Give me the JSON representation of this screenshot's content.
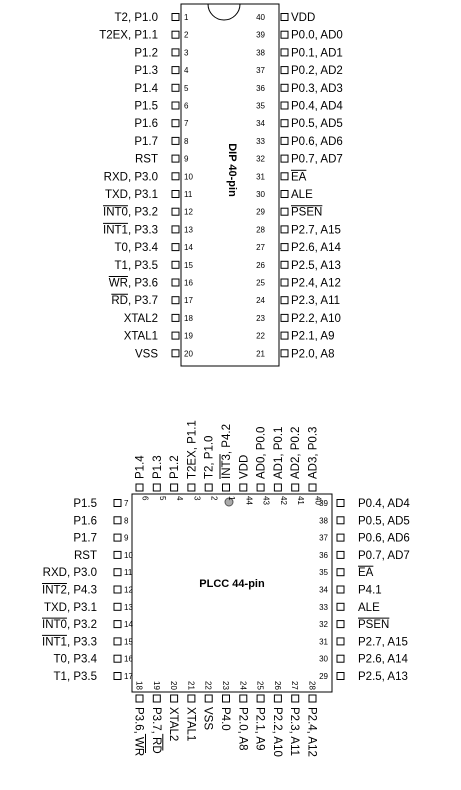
{
  "dip": {
    "title": "DIP 40-pin",
    "left_pins": [
      {
        "num": "1",
        "label": "T2, P1.0"
      },
      {
        "num": "2",
        "label": "T2EX, P1.1"
      },
      {
        "num": "3",
        "label": "P1.2"
      },
      {
        "num": "4",
        "label": "P1.3"
      },
      {
        "num": "5",
        "label": "P1.4"
      },
      {
        "num": "6",
        "label": "P1.5"
      },
      {
        "num": "7",
        "label": "P1.6"
      },
      {
        "num": "8",
        "label": "P1.7"
      },
      {
        "num": "9",
        "label": "RST"
      },
      {
        "num": "10",
        "label": "RXD, P3.0"
      },
      {
        "num": "11",
        "label": "TXD, P3.1"
      },
      {
        "num": "12",
        "label": "INT0, P3.2",
        "overline": "INT0"
      },
      {
        "num": "13",
        "label": "INT1, P3.3",
        "overline": "INT1"
      },
      {
        "num": "14",
        "label": "T0, P3.4"
      },
      {
        "num": "15",
        "label": "T1, P3.5"
      },
      {
        "num": "16",
        "label": "WR, P3.6",
        "overline": "WR"
      },
      {
        "num": "17",
        "label": "RD, P3.7",
        "overline": "RD"
      },
      {
        "num": "18",
        "label": "XTAL2"
      },
      {
        "num": "19",
        "label": "XTAL1"
      },
      {
        "num": "20",
        "label": "VSS"
      }
    ],
    "right_pins": [
      {
        "num": "40",
        "label": "VDD"
      },
      {
        "num": "39",
        "label": "P0.0, AD0"
      },
      {
        "num": "38",
        "label": "P0.1, AD1"
      },
      {
        "num": "37",
        "label": "P0.2, AD2"
      },
      {
        "num": "36",
        "label": "P0.3, AD3"
      },
      {
        "num": "35",
        "label": "P0.4, AD4"
      },
      {
        "num": "34",
        "label": "P0.5, AD5"
      },
      {
        "num": "33",
        "label": "P0.6, AD6"
      },
      {
        "num": "32",
        "label": "P0.7, AD7"
      },
      {
        "num": "31",
        "label": "EA",
        "overline": "EA"
      },
      {
        "num": "30",
        "label": "ALE"
      },
      {
        "num": "29",
        "label": "PSEN",
        "overline": "PSEN"
      },
      {
        "num": "28",
        "label": "P2.7, A15"
      },
      {
        "num": "27",
        "label": "P2.6, A14"
      },
      {
        "num": "26",
        "label": "P2.5, A13"
      },
      {
        "num": "25",
        "label": "P2.4, A12"
      },
      {
        "num": "24",
        "label": "P2.3, A11"
      },
      {
        "num": "23",
        "label": "P2.2, A10"
      },
      {
        "num": "22",
        "label": "P2.1, A9"
      },
      {
        "num": "21",
        "label": "P2.0, A8"
      }
    ]
  },
  "plcc": {
    "title": "PLCC 44-pin",
    "top_pins": [
      {
        "num": "6",
        "label": "P1.4"
      },
      {
        "num": "5",
        "label": "P1.3"
      },
      {
        "num": "4",
        "label": "P1.2"
      },
      {
        "num": "3",
        "label": "T2EX, P1.1"
      },
      {
        "num": "2",
        "label": "T2, P1.0"
      },
      {
        "num": "1",
        "label": "INT3, P4.2",
        "overline": "INT3"
      },
      {
        "num": "44",
        "label": "VDD"
      },
      {
        "num": "43",
        "label": "AD0, P0.0"
      },
      {
        "num": "42",
        "label": "AD1, P0.1"
      },
      {
        "num": "41",
        "label": "AD2, P0.2"
      },
      {
        "num": "40",
        "label": "AD3, P0.3"
      }
    ],
    "left_pins": [
      {
        "num": "7",
        "label": "P1.5"
      },
      {
        "num": "8",
        "label": "P1.6"
      },
      {
        "num": "9",
        "label": "P1.7"
      },
      {
        "num": "10",
        "label": "RST"
      },
      {
        "num": "11",
        "label": "RXD, P3.0"
      },
      {
        "num": "12",
        "label": "INT2, P4.3",
        "overline": "INT2"
      },
      {
        "num": "13",
        "label": "TXD, P3.1"
      },
      {
        "num": "14",
        "label": "INT0, P3.2",
        "overline": "INT0"
      },
      {
        "num": "15",
        "label": "INT1, P3.3",
        "overline": "INT1"
      },
      {
        "num": "16",
        "label": "T0, P3.4"
      },
      {
        "num": "17",
        "label": "T1, P3.5"
      }
    ],
    "right_pins": [
      {
        "num": "39",
        "label": "P0.4, AD4"
      },
      {
        "num": "38",
        "label": "P0.5, AD5"
      },
      {
        "num": "37",
        "label": "P0.6, AD6"
      },
      {
        "num": "36",
        "label": "P0.7, AD7"
      },
      {
        "num": "35",
        "label": "EA",
        "overline": "EA"
      },
      {
        "num": "34",
        "label": "P4.1"
      },
      {
        "num": "33",
        "label": "ALE"
      },
      {
        "num": "32",
        "label": "PSEN",
        "overline": "PSEN"
      },
      {
        "num": "31",
        "label": "P2.7, A15"
      },
      {
        "num": "30",
        "label": "P2.6, A14"
      },
      {
        "num": "29",
        "label": "P2.5, A13"
      }
    ],
    "bottom_pins": [
      {
        "num": "18",
        "label": "P3.6, WR",
        "overline": "WR"
      },
      {
        "num": "19",
        "label": "P3.7, RD",
        "overline": "RD"
      },
      {
        "num": "20",
        "label": "XTAL2"
      },
      {
        "num": "21",
        "label": "XTAL1"
      },
      {
        "num": "22",
        "label": "VSS"
      },
      {
        "num": "23",
        "label": "P4.0"
      },
      {
        "num": "24",
        "label": "P2.0, A8"
      },
      {
        "num": "25",
        "label": "P2.1, A9"
      },
      {
        "num": "26",
        "label": "P2.2, A10"
      },
      {
        "num": "27",
        "label": "P2.3, A11"
      },
      {
        "num": "28",
        "label": "P2.4, A12"
      }
    ]
  }
}
